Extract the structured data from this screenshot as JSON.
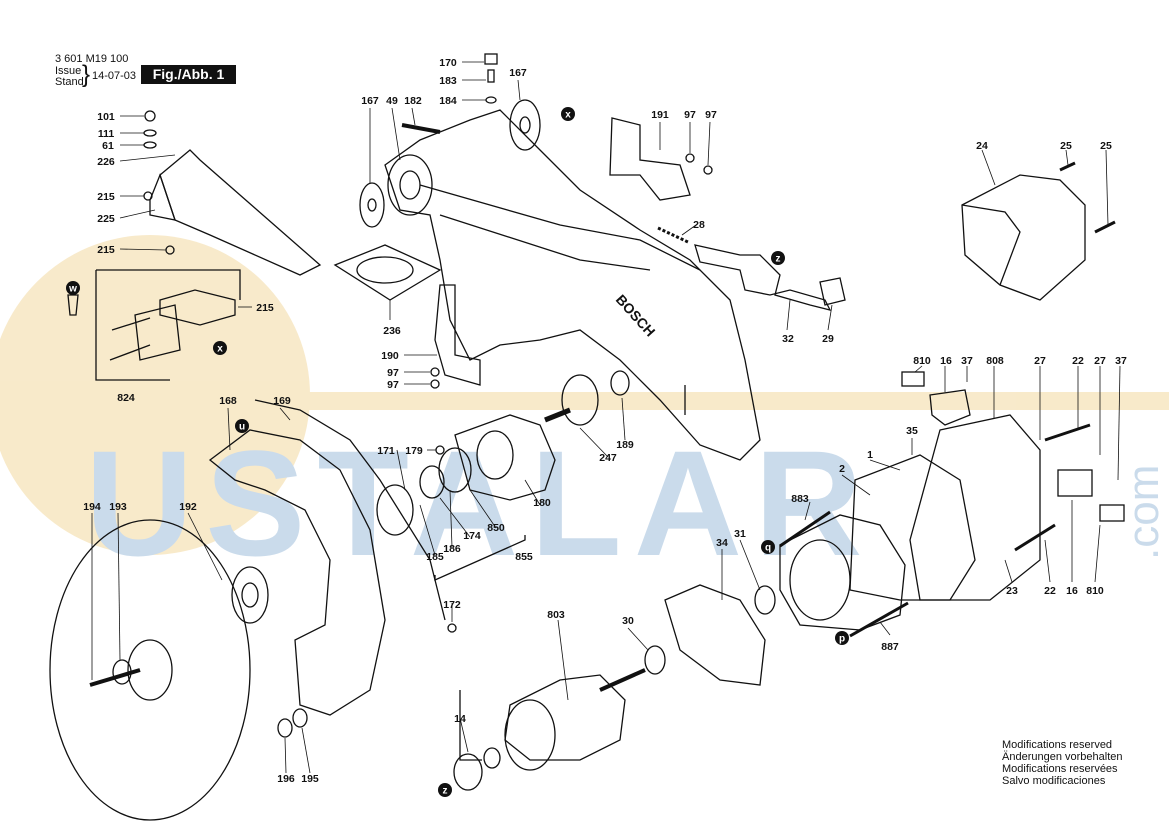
{
  "header": {
    "part_number": "3 601 M19 100",
    "issue_label": "Issue",
    "stand_label": "Stand",
    "date": "14-07-03",
    "figure": "Fig./Abb. 1"
  },
  "notes": [
    "Modifications reserved",
    "Änderungen vorbehalten",
    "Modifications reservées",
    "Salvo modificaciones"
  ],
  "watermark": "USTALAR",
  "watermark_suffix": ".com",
  "watermark_color": "#9fbedc",
  "watermark_sun_color": "#f3d9a0",
  "brand_label": "BOSCH",
  "callouts": [
    {
      "id": "c101",
      "text": "101"
    },
    {
      "id": "c111",
      "text": "111"
    },
    {
      "id": "c61",
      "text": "61"
    },
    {
      "id": "c226",
      "text": "226"
    },
    {
      "id": "c215a",
      "text": "215"
    },
    {
      "id": "c225",
      "text": "225"
    },
    {
      "id": "c215b",
      "text": "215"
    },
    {
      "id": "c215c",
      "text": "215"
    },
    {
      "id": "c824",
      "text": "824"
    },
    {
      "id": "c170",
      "text": "170"
    },
    {
      "id": "c183",
      "text": "183"
    },
    {
      "id": "c184",
      "text": "184"
    },
    {
      "id": "c167a",
      "text": "167"
    },
    {
      "id": "c167b",
      "text": "167"
    },
    {
      "id": "c49",
      "text": "49"
    },
    {
      "id": "c182",
      "text": "182"
    },
    {
      "id": "c236",
      "text": "236"
    },
    {
      "id": "c190",
      "text": "190"
    },
    {
      "id": "c97a",
      "text": "97"
    },
    {
      "id": "c97b",
      "text": "97"
    },
    {
      "id": "c191",
      "text": "191"
    },
    {
      "id": "c97c",
      "text": "97"
    },
    {
      "id": "c97d",
      "text": "97"
    },
    {
      "id": "c28",
      "text": "28"
    },
    {
      "id": "c32",
      "text": "32"
    },
    {
      "id": "c29",
      "text": "29"
    },
    {
      "id": "c24",
      "text": "24"
    },
    {
      "id": "c25a",
      "text": "25"
    },
    {
      "id": "c25b",
      "text": "25"
    },
    {
      "id": "c810a",
      "text": "810"
    },
    {
      "id": "c16a",
      "text": "16"
    },
    {
      "id": "c37a",
      "text": "37"
    },
    {
      "id": "c808",
      "text": "808"
    },
    {
      "id": "c27a",
      "text": "27"
    },
    {
      "id": "c22a",
      "text": "22"
    },
    {
      "id": "c27b",
      "text": "27"
    },
    {
      "id": "c37b",
      "text": "37"
    },
    {
      "id": "c35",
      "text": "35"
    },
    {
      "id": "c2",
      "text": "2"
    },
    {
      "id": "c1",
      "text": "1"
    },
    {
      "id": "c883",
      "text": "883"
    },
    {
      "id": "c887",
      "text": "887"
    },
    {
      "id": "c23",
      "text": "23"
    },
    {
      "id": "c22b",
      "text": "22"
    },
    {
      "id": "c16b",
      "text": "16"
    },
    {
      "id": "c810b",
      "text": "810"
    },
    {
      "id": "c168",
      "text": "168"
    },
    {
      "id": "c169",
      "text": "169"
    },
    {
      "id": "c171",
      "text": "171"
    },
    {
      "id": "c179",
      "text": "179"
    },
    {
      "id": "c189",
      "text": "189"
    },
    {
      "id": "c247",
      "text": "247"
    },
    {
      "id": "c180",
      "text": "180"
    },
    {
      "id": "c850",
      "text": "850"
    },
    {
      "id": "c174",
      "text": "174"
    },
    {
      "id": "c186",
      "text": "186"
    },
    {
      "id": "c185",
      "text": "185"
    },
    {
      "id": "c855",
      "text": "855"
    },
    {
      "id": "c194",
      "text": "194"
    },
    {
      "id": "c193",
      "text": "193"
    },
    {
      "id": "c192",
      "text": "192"
    },
    {
      "id": "c172",
      "text": "172"
    },
    {
      "id": "c196",
      "text": "196"
    },
    {
      "id": "c195",
      "text": "195"
    },
    {
      "id": "c803",
      "text": "803"
    },
    {
      "id": "c30",
      "text": "30"
    },
    {
      "id": "c34",
      "text": "34"
    },
    {
      "id": "c31",
      "text": "31"
    },
    {
      "id": "c14",
      "text": "14"
    }
  ],
  "markers": [
    {
      "id": "mx1",
      "text": "x"
    },
    {
      "id": "mx2",
      "text": "x"
    },
    {
      "id": "mz1",
      "text": "z"
    },
    {
      "id": "mz2",
      "text": "z"
    },
    {
      "id": "mu",
      "text": "u"
    },
    {
      "id": "mq",
      "text": "q"
    },
    {
      "id": "mp",
      "text": "p"
    },
    {
      "id": "mw",
      "text": "w"
    }
  ]
}
